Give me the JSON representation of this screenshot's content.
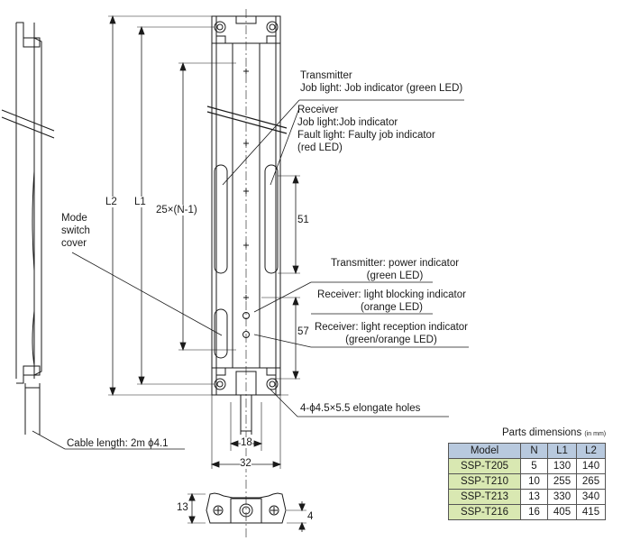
{
  "labels": {
    "transmitter_job": [
      "Transmitter",
      "Job light: Job indicator (green LED)"
    ],
    "receiver_job": [
      "Receiver",
      "Job light:Job indicator",
      "Fault light: Faulty job indicator",
      "(red LED)"
    ],
    "mode_switch": [
      "Mode",
      "switch",
      "cover"
    ],
    "tx_power": [
      "Transmitter: power indicator",
      "(green LED)"
    ],
    "rx_blocking": [
      "Receiver: light blocking indicator",
      "(orange LED)"
    ],
    "rx_reception": [
      "Receiver: light reception indicator",
      "(green/orange LED)"
    ],
    "holes": "4-ϕ4.5×5.5 elongate holes",
    "cable": "Cable length: 2m ϕ4.1"
  },
  "dimensions": {
    "L2": "L2",
    "L1": "L1",
    "pitch": "25×(N-1)",
    "d51": "51",
    "d57": "57",
    "d18": "18",
    "d32": "32",
    "d13": "13",
    "d4": "4"
  },
  "table": {
    "title": "Parts dimensions",
    "unit": "(in mm)",
    "headers": [
      "Model",
      "N",
      "L1",
      "L2"
    ],
    "rows": [
      [
        "SSP-T205",
        "5",
        "130",
        "140"
      ],
      [
        "SSP-T210",
        "10",
        "255",
        "265"
      ],
      [
        "SSP-T213",
        "13",
        "330",
        "340"
      ],
      [
        "SSP-T216",
        "16",
        "405",
        "415"
      ]
    ]
  },
  "colors": {
    "line": "#1a1a1a",
    "header_fill": "#b8c9de",
    "model_fill": "#d9e8b2"
  }
}
